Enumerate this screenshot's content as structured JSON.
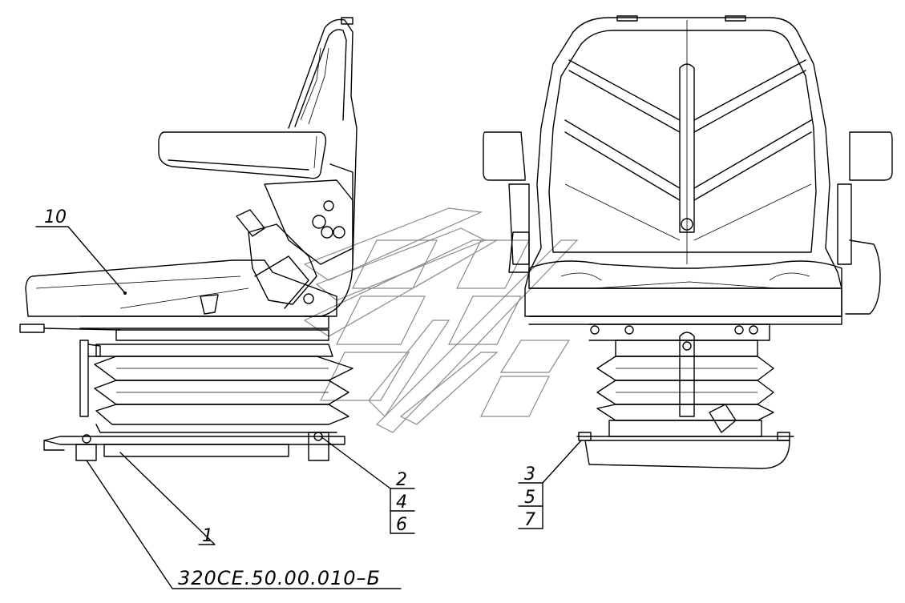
{
  "callouts": {
    "c10": "10",
    "c1": "1",
    "c2": "2",
    "c4": "4",
    "c6": "6",
    "c3": "3",
    "c5": "5",
    "c7": "7"
  },
  "drawing_code": "320СЕ.50.00.010–Б"
}
